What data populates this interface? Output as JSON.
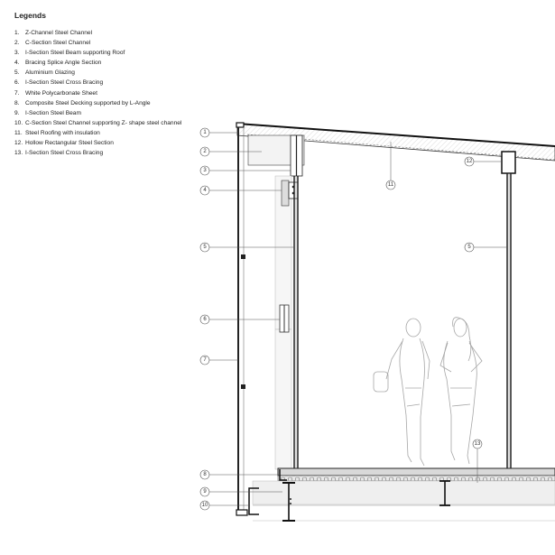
{
  "legend": {
    "title": "Legends",
    "items": [
      {
        "num": "1.",
        "text": "Z-Channel Steel Channel"
      },
      {
        "num": "2.",
        "text": "C-Section Steel Channel"
      },
      {
        "num": "3.",
        "text": "I-Section Steel Beam supporting Roof"
      },
      {
        "num": "4.",
        "text": "Bracing Splice Angle Section"
      },
      {
        "num": "5.",
        "text": "Aluminium Glazing"
      },
      {
        "num": "6.",
        "text": "I-Section Steel Cross Bracing"
      },
      {
        "num": "7.",
        "text": "White Polycarbonate Sheet"
      },
      {
        "num": "8.",
        "text": "Composite Steel Decking supported by L-Angle"
      },
      {
        "num": "9.",
        "text": "I-Section Steel Beam"
      },
      {
        "num": "10.",
        "text": "C-Section Steel Channel supporting Z- shape steel channel"
      },
      {
        "num": "11.",
        "text": "Steel Roofing with insulation"
      },
      {
        "num": "12.",
        "text": "Hollow Rectangular Steel Section"
      },
      {
        "num": "13.",
        "text": "I-Section Steel Cross Bracing"
      }
    ]
  },
  "callouts": [
    "1",
    "2",
    "3",
    "4",
    "5",
    "6",
    "7",
    "8",
    "9",
    "10",
    "11",
    "12",
    "13",
    "5"
  ],
  "colors": {
    "line": "#333333",
    "hatch": "#bbbbbb",
    "fill": "#eeeeee",
    "people": "#aaaaaa"
  }
}
